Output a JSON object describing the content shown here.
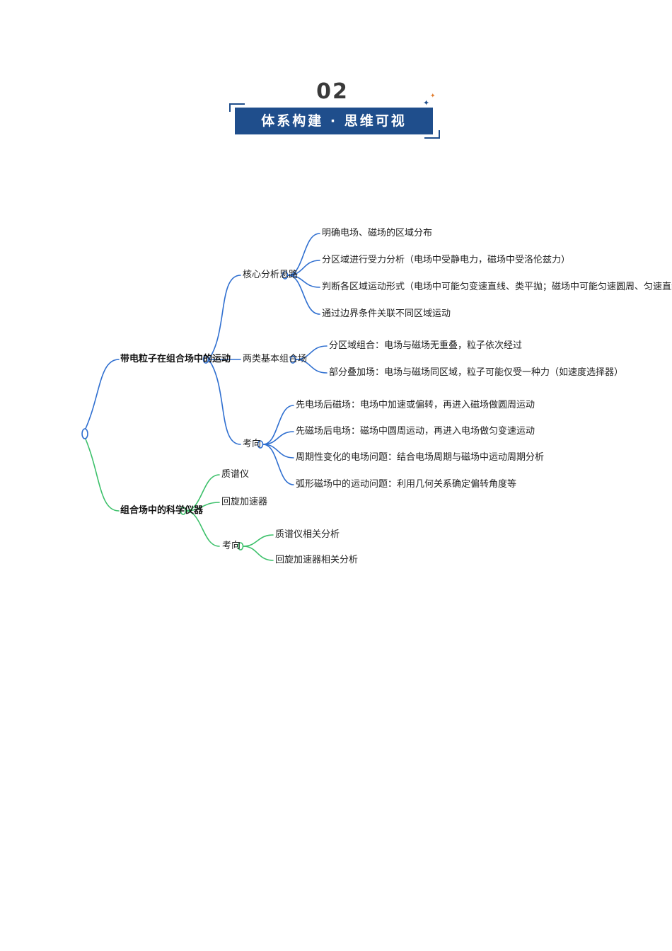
{
  "header": {
    "number": "02",
    "title": "体系构建 · 思维可视"
  },
  "colors": {
    "branch_blue": "#2f6fd0",
    "branch_green": "#3cc06a",
    "banner_bg": "#1f4e8c"
  },
  "mindmap": {
    "branch1": {
      "label": "带电粒子在组合场中的运动",
      "sub1": {
        "label": "核心分析思路",
        "items": [
          "明确电场、磁场的区域分布",
          "分区域进行受力分析（电场中受静电力，磁场中受洛伦兹力）",
          "判断各区域运动形式（电场中可能匀变速直线、类平抛；磁场中可能匀速圆周、匀速直线）",
          "通过边界条件关联不同区域运动"
        ]
      },
      "sub2": {
        "label": "两类基本组合场",
        "items": [
          "分区域组合：电场与磁场无重叠，粒子依次经过",
          "部分叠加场：电场与磁场同区域，粒子可能仅受一种力（如速度选择器）"
        ]
      },
      "sub3": {
        "label": "考向",
        "items": [
          "先电场后磁场：电场中加速或偏转，再进入磁场做圆周运动",
          "先磁场后电场：磁场中圆周运动，再进入电场做匀变速运动",
          "周期性变化的电场问题：结合电场周期与磁场中运动周期分析",
          "弧形磁场中的运动问题：利用几何关系确定偏转角度等"
        ]
      }
    },
    "branch2": {
      "label": "组合场中的科学仪器",
      "items": [
        "质谱仪",
        "回旋加速器"
      ],
      "sub": {
        "label": "考向",
        "items": [
          "质谱仪相关分析",
          "回旋加速器相关分析"
        ]
      }
    }
  }
}
